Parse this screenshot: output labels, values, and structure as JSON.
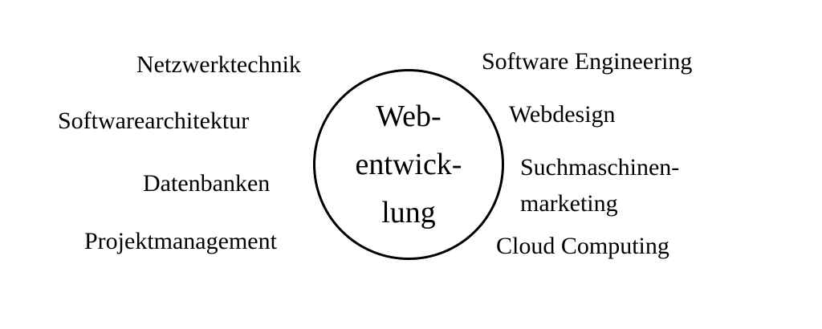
{
  "diagram": {
    "title_concept": "Webentwicklung",
    "center": {
      "lines": [
        "Web-",
        "entwick-",
        "lung"
      ]
    },
    "terms": {
      "netzwerktechnik": "Netzwerktechnik",
      "softwarearchitektur": "Softwarearchitektur",
      "datenbanken": "Datenbanken",
      "projektmanagement": "Projektmanagement",
      "software_engineering": "Software Engineering",
      "webdesign": "Webdesign",
      "suchmaschinenmarketing": "Suchmaschinen-\nmarketing",
      "cloud_computing": "Cloud Computing"
    },
    "colors": {
      "background": "#ffffff",
      "text": "#000000",
      "circle_border": "#000000"
    }
  }
}
